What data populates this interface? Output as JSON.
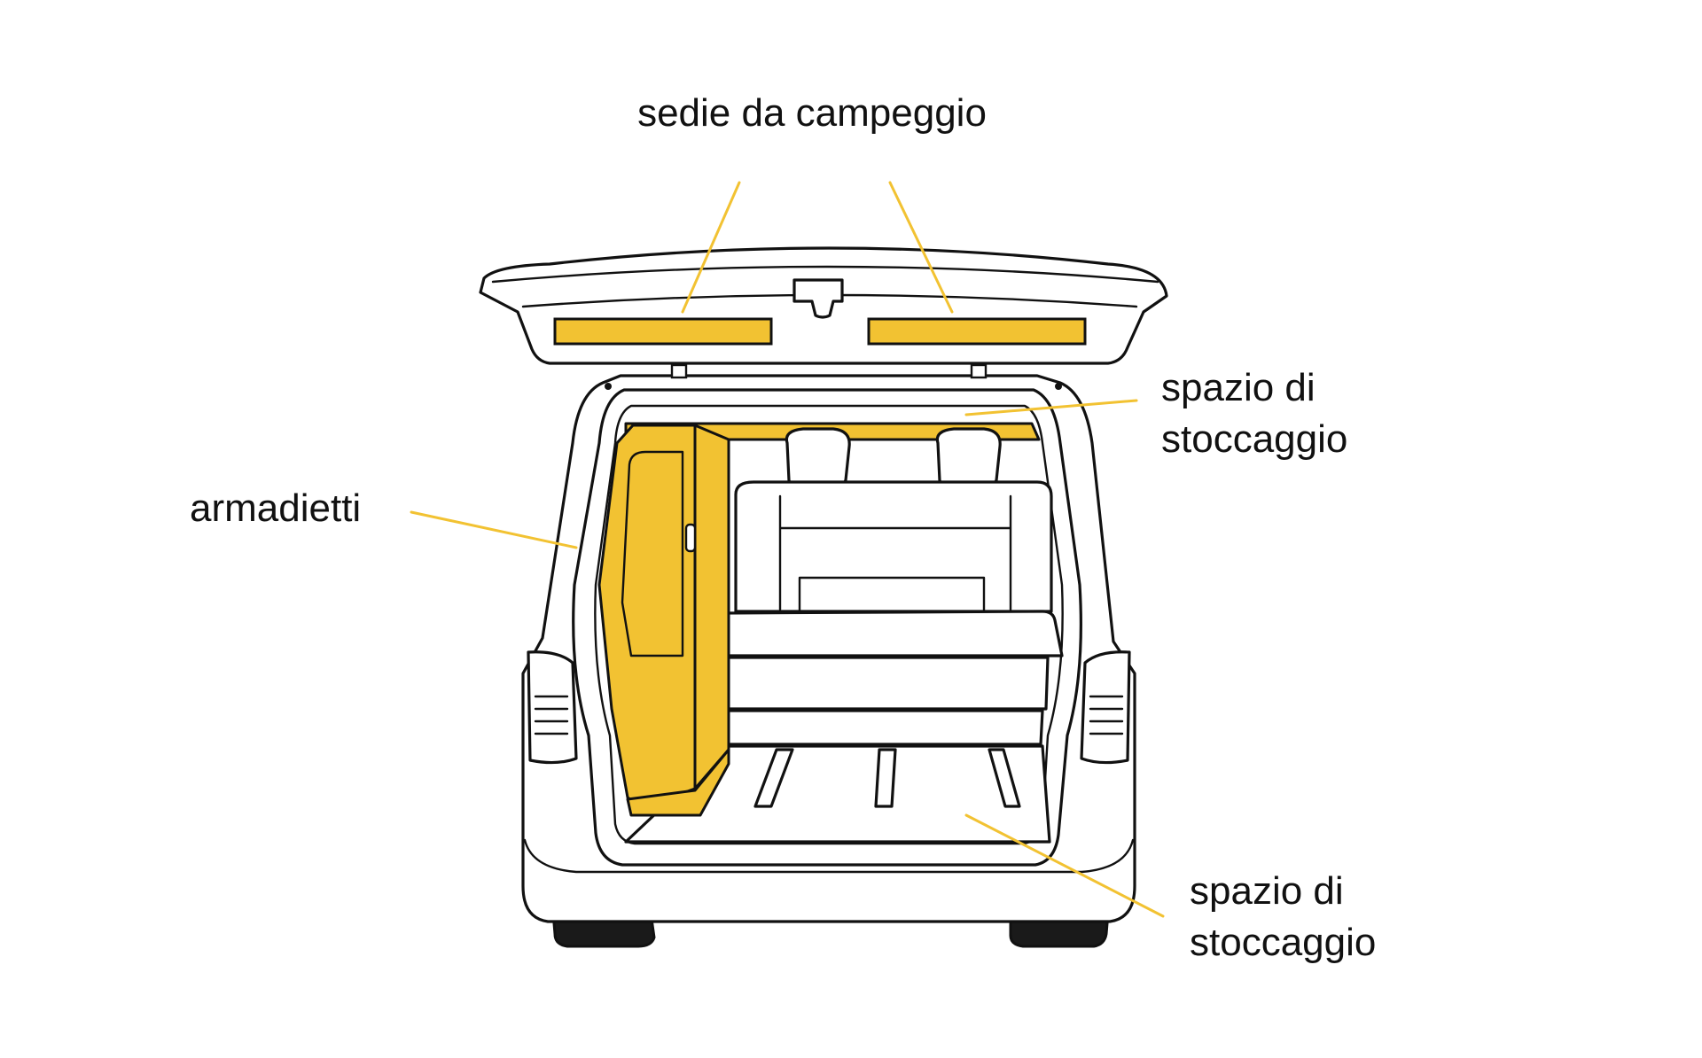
{
  "colors": {
    "accent": "#F2C232",
    "ink": "#111111",
    "background": "#FFFFFF",
    "tire": "#1A1A1A"
  },
  "labels": {
    "camping_chairs": "sedie da campeggio",
    "cabinets": "armadietti",
    "storage_top_line1": "spazio di",
    "storage_top_line2": "stoccaggio",
    "storage_bottom_line1": "spazio di",
    "storage_bottom_line2": "stoccaggio"
  }
}
